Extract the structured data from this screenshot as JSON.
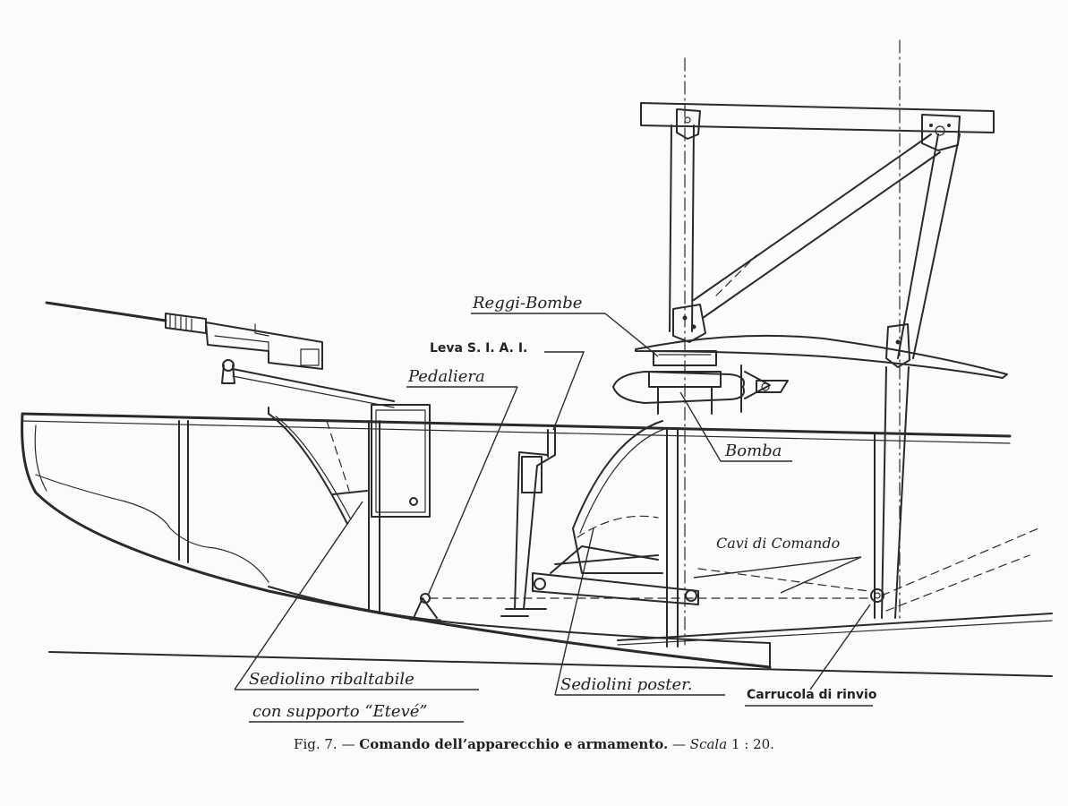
{
  "labels": {
    "reggi_bombe": "Reggi-Bombe",
    "leva": "Leva S. I. A. I.",
    "pedaliera": "Pedaliera",
    "bomba": "Bomba",
    "cavi": "Cavi di Comando",
    "sediolino_line1": "Sediolino ribaltabile",
    "sediolino_line2": "con supporto “Etevé”",
    "sediolini_poster": "Sediolini poster.",
    "carrucola": "Carrucola di rinvio"
  },
  "caption": {
    "fig": "Fig. 7.",
    "dash1": "—",
    "title": "Comando dell’apparecchio e armamento.",
    "dash2": "—",
    "scale_word": "Scala",
    "scale_value": "1 : 20."
  }
}
